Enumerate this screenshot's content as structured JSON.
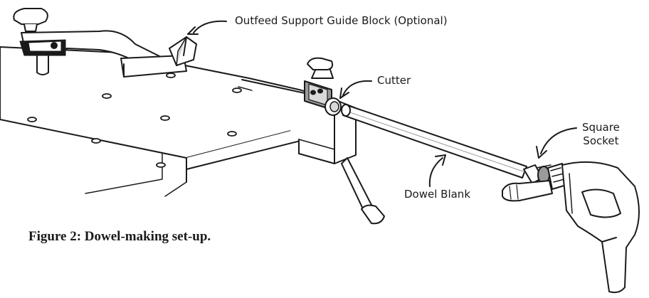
{
  "callouts": {
    "outfeed": "Outfeed Support Guide Block (Optional)",
    "cutter": "Cutter",
    "square_socket": "Square\nSocket",
    "dowel_blank": "Dowel Blank"
  },
  "caption": "Figure 2: Dowel-making set-up.",
  "colors": {
    "ink": "#1a1a1a",
    "fill": "#ffffff",
    "shade": "#9a9a9a",
    "light": "#d9d9d9"
  }
}
